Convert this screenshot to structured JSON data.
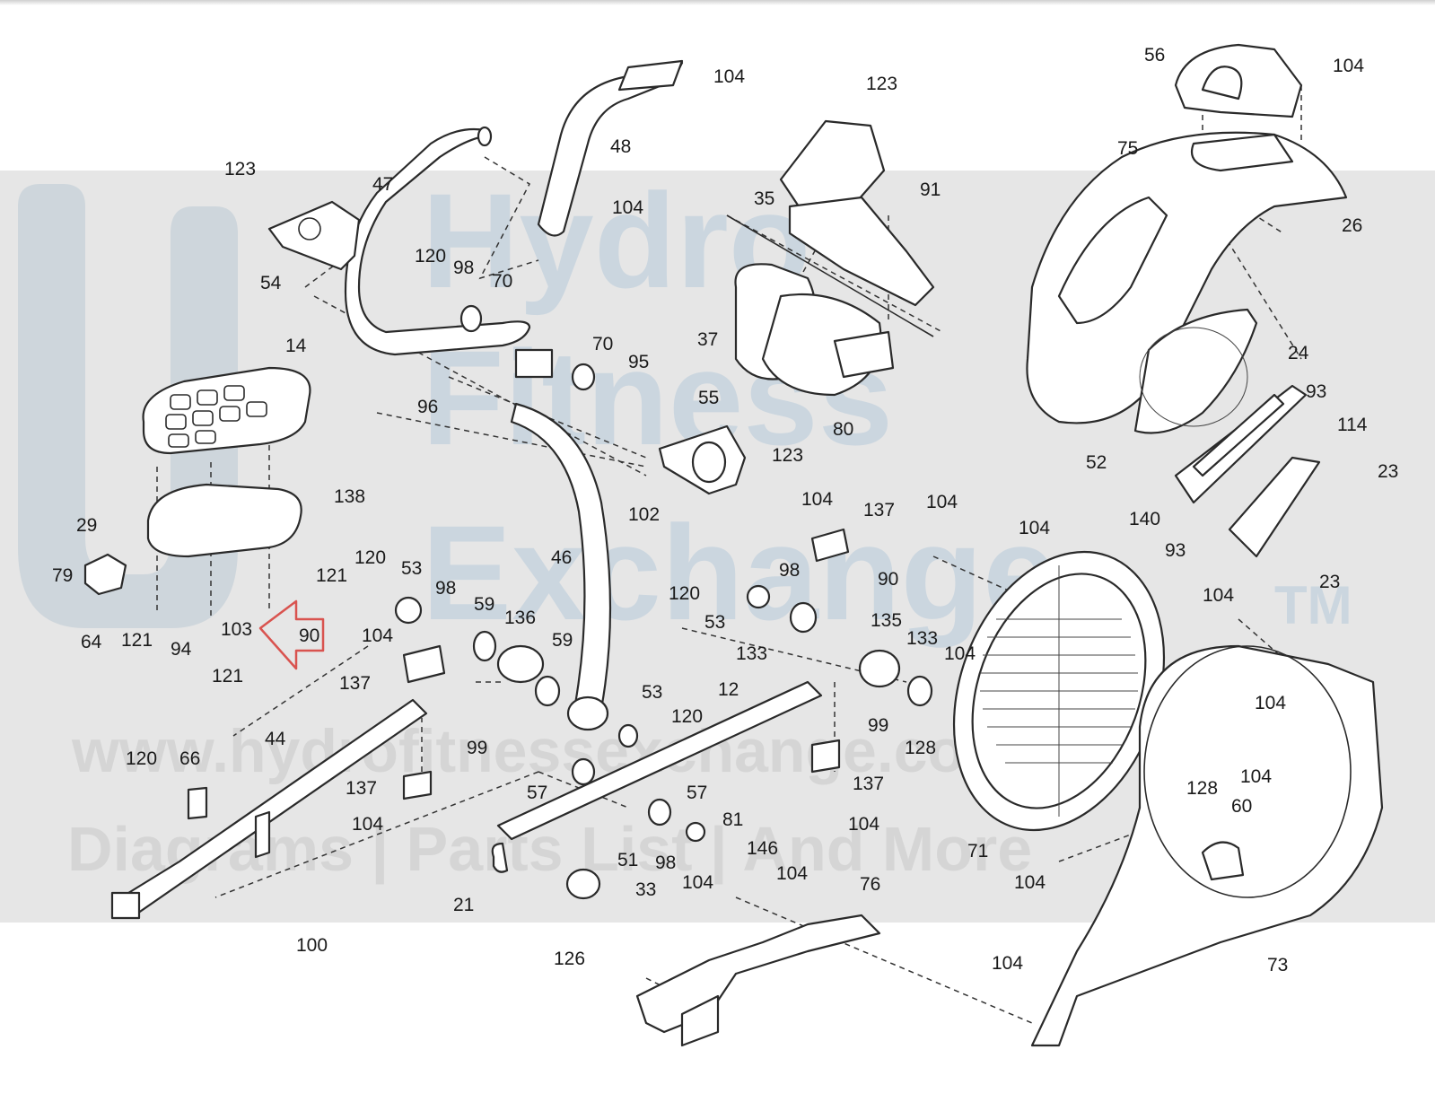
{
  "watermark": {
    "brand_line1": "Hydro",
    "brand_line2": "Fitness",
    "brand_line3": "Exchange",
    "trademark": "TM",
    "url": "www.hydrofitnessexchange.com",
    "tagline": "Diagrams | Parts List | And More"
  },
  "callouts": [
    {
      "id": "c1",
      "text": "104"
    },
    {
      "id": "c2",
      "text": "48"
    },
    {
      "id": "c3",
      "text": "104"
    },
    {
      "id": "c4",
      "text": "47"
    },
    {
      "id": "c5",
      "text": "123"
    },
    {
      "id": "c6",
      "text": "54"
    },
    {
      "id": "c7",
      "text": "120"
    },
    {
      "id": "c8",
      "text": "98"
    },
    {
      "id": "c9",
      "text": "70"
    },
    {
      "id": "c10",
      "text": "14"
    },
    {
      "id": "c11",
      "text": "70"
    },
    {
      "id": "c12",
      "text": "95"
    },
    {
      "id": "c13",
      "text": "96"
    },
    {
      "id": "c14",
      "text": "55"
    },
    {
      "id": "c15",
      "text": "123"
    },
    {
      "id": "c16",
      "text": "102"
    },
    {
      "id": "c17",
      "text": "138"
    },
    {
      "id": "c18",
      "text": "29"
    },
    {
      "id": "c19",
      "text": "79"
    },
    {
      "id": "c20",
      "text": "64"
    },
    {
      "id": "c21",
      "text": "121"
    },
    {
      "id": "c22",
      "text": "94"
    },
    {
      "id": "c23",
      "text": "103"
    },
    {
      "id": "c24",
      "text": "121"
    },
    {
      "id": "c25",
      "text": "121"
    },
    {
      "id": "c26",
      "text": "90"
    },
    {
      "id": "c27",
      "text": "120"
    },
    {
      "id": "c28",
      "text": "53"
    },
    {
      "id": "c29",
      "text": "98"
    },
    {
      "id": "c30",
      "text": "59"
    },
    {
      "id": "c31",
      "text": "136"
    },
    {
      "id": "c32",
      "text": "46"
    },
    {
      "id": "c33",
      "text": "104"
    },
    {
      "id": "c34",
      "text": "137"
    },
    {
      "id": "c35",
      "text": "59"
    },
    {
      "id": "c36",
      "text": "53"
    },
    {
      "id": "c37",
      "text": "120"
    },
    {
      "id": "c38",
      "text": "44"
    },
    {
      "id": "c39",
      "text": "99"
    },
    {
      "id": "c40",
      "text": "120"
    },
    {
      "id": "c41",
      "text": "66"
    },
    {
      "id": "c42",
      "text": "137"
    },
    {
      "id": "c43",
      "text": "104"
    },
    {
      "id": "c44",
      "text": "57"
    },
    {
      "id": "c45",
      "text": "57"
    },
    {
      "id": "c46",
      "text": "81"
    },
    {
      "id": "c47",
      "text": "146"
    },
    {
      "id": "c48",
      "text": "98"
    },
    {
      "id": "c49",
      "text": "51"
    },
    {
      "id": "c50",
      "text": "33"
    },
    {
      "id": "c51",
      "text": "21"
    },
    {
      "id": "c52",
      "text": "100"
    },
    {
      "id": "c53",
      "text": "123"
    },
    {
      "id": "c54",
      "text": "91"
    },
    {
      "id": "c55",
      "text": "35"
    },
    {
      "id": "c56",
      "text": "37"
    },
    {
      "id": "c57",
      "text": "80"
    },
    {
      "id": "c58",
      "text": "104"
    },
    {
      "id": "c59",
      "text": "137"
    },
    {
      "id": "c60",
      "text": "90"
    },
    {
      "id": "c61",
      "text": "98"
    },
    {
      "id": "c62",
      "text": "120"
    },
    {
      "id": "c63",
      "text": "53"
    },
    {
      "id": "c64",
      "text": "133"
    },
    {
      "id": "c65",
      "text": "135"
    },
    {
      "id": "c66",
      "text": "133"
    },
    {
      "id": "c67",
      "text": "104"
    },
    {
      "id": "c68",
      "text": "12"
    },
    {
      "id": "c69",
      "text": "99"
    },
    {
      "id": "c70",
      "text": "128"
    },
    {
      "id": "c71",
      "text": "137"
    },
    {
      "id": "c72",
      "text": "104"
    },
    {
      "id": "c73",
      "text": "104"
    },
    {
      "id": "c74",
      "text": "76"
    },
    {
      "id": "c75",
      "text": "104"
    },
    {
      "id": "c76",
      "text": "126"
    },
    {
      "id": "c77",
      "text": "104"
    },
    {
      "id": "c78",
      "text": "104"
    },
    {
      "id": "c79",
      "text": "56"
    },
    {
      "id": "c80",
      "text": "104"
    },
    {
      "id": "c81",
      "text": "75"
    },
    {
      "id": "c82",
      "text": "26"
    },
    {
      "id": "c83",
      "text": "24"
    },
    {
      "id": "c84",
      "text": "93"
    },
    {
      "id": "c85",
      "text": "114"
    },
    {
      "id": "c86",
      "text": "52"
    },
    {
      "id": "c87",
      "text": "23"
    },
    {
      "id": "c88",
      "text": "140"
    },
    {
      "id": "c89",
      "text": "93"
    },
    {
      "id": "c90",
      "text": "23"
    },
    {
      "id": "c91",
      "text": "104"
    },
    {
      "id": "c92",
      "text": "104"
    },
    {
      "id": "c93",
      "text": "104"
    },
    {
      "id": "c94",
      "text": "71"
    },
    {
      "id": "c95",
      "text": "128"
    },
    {
      "id": "c96",
      "text": "60"
    },
    {
      "id": "c97",
      "text": "104"
    },
    {
      "id": "c98",
      "text": "104"
    },
    {
      "id": "c99",
      "text": "73"
    }
  ],
  "highlight_arrow": {
    "color": "#d9534f"
  }
}
